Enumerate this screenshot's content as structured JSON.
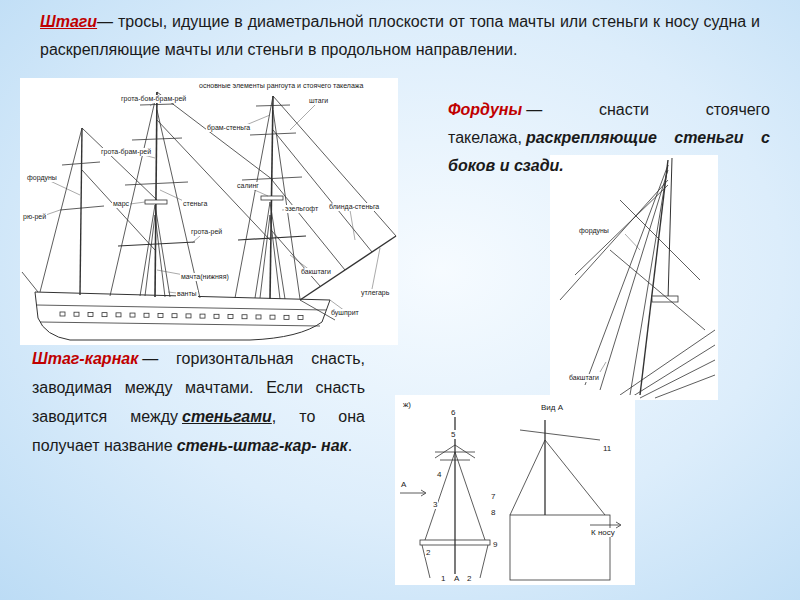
{
  "diagram": {
    "labels": [
      "Штаги",
      "— тросы, идущие в диаметральной плоскости от топа мачты или стеньги к носу судна и раскрепляющие мачты или стеньги в продольном направлении.",
      "Фордуны",
      "— снасти стоячего такелажа,",
      "раскрепляющие стеньги с боков и сзади.",
      "Штаг-карнак",
      "— горизонтальная снасть, заводимая между мачтами. Если снасть заводится между",
      "стеньгами",
      ", то она получает название",
      "стень-штаг-кар- нак",
      ".",
      "основные элементы рангоута и стоячего такелажа",
      "грота-бом-брам-рей",
      "брам-стеньга",
      "штаги",
      "грота-брам-рей",
      "фордуны",
      "марс",
      "стеньга",
      "салинг",
      "эзельгофт",
      "блинда-стеньга",
      "рю-рей",
      "грота-рей",
      "мачта(нижняя)",
      "ванты",
      "бакштаги",
      "утлегарь",
      "бушприт",
      "фордуны",
      "бакштаги",
      "ж)",
      "6",
      "5",
      "4",
      "3",
      "А",
      "7",
      "8",
      "9",
      "2",
      "1",
      "А",
      "2",
      "Вид А",
      "11",
      "К носу"
    ]
  }
}
